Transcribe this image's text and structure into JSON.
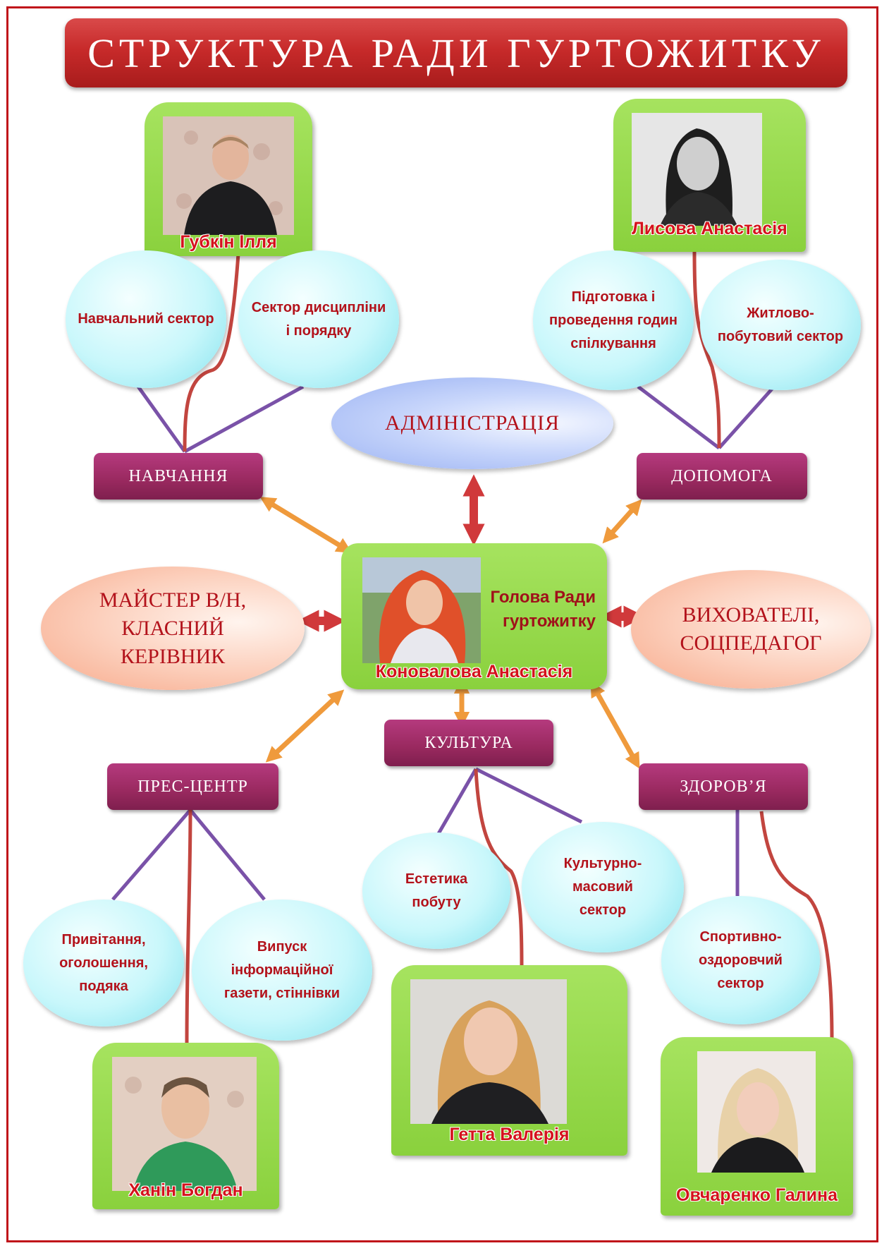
{
  "title": "СТРУКТУРА РАДИ ГУРТОЖИТКУ",
  "colors": {
    "frame": "#c0141a",
    "banner": "#c72a2a",
    "card": "#8ad13d",
    "sector_box": "#99295f",
    "oval_text": "#b3121b",
    "link_purple": "#7a52a8",
    "link_red": "#c2453f",
    "arrow_orange": "#ef9a3c"
  },
  "head": {
    "role": "Голова Ради гуртожитку",
    "name": "Коноваловa Анастасія"
  },
  "administration": "АДМІНІСТРАЦІЯ",
  "left_partner": "МАЙСТЕР В/Н, КЛАСНИЙ КЕРІВНИК",
  "right_partner": "ВИХОВАТЕЛІ, СОЦПЕДАГОГ",
  "sectors": {
    "navchannya": "НАВЧАННЯ",
    "dopomoga": "ДОПОМОГА",
    "kultura": "КУЛЬТУРА",
    "pres_center": "ПРЕС-ЦЕНТР",
    "zdorovya": "ЗДОРОВ’Я"
  },
  "subsectors": {
    "navch_1": "Навчальний сектор",
    "navch_2": "Сектор дисципліни і порядку",
    "dopom_1": "Підготовка і проведення годин спілкування",
    "dopom_2": "Житлово-побутовий сектор",
    "kult_1": "Естетика побуту",
    "kult_2": "Культурно-масовий сектор",
    "pres_1": "Привітання, оголошення, подяка",
    "pres_2": "Випуск інформаційної газети, стіннівки",
    "zdor_1": "Спортивно-оздоровчий сектор"
  },
  "leaders": {
    "navchannya": "Губкін Ілля",
    "dopomoga": "Лисова Анастасія",
    "pres_center": "Ханін Богдан",
    "kultura": "Гетта Валерія",
    "zdorovya": "Овчаренко Галина"
  }
}
